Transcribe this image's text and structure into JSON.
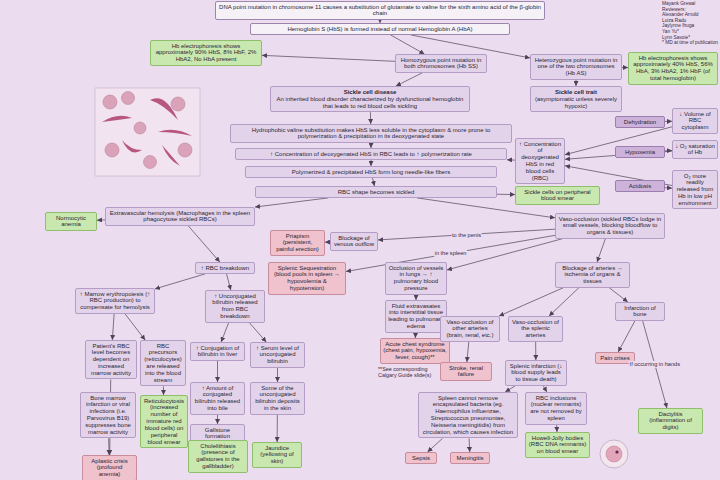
{
  "diagram": {
    "nodes": [
      {
        "text": [
          "DNA point mutation in chromosome 11 causes a substitution of glutamate to valine for the sixth amino acid of the β-globin chain"
        ]
      },
      {
        "text": [
          "Hemoglobin S (HbS) is formed instead of normal Hemoglobin A (HbA)"
        ]
      },
      {
        "text": [
          "Heterozygous point mutation in one of the two chromosomes (Hb AS)"
        ]
      },
      {
        "text": [
          "Sickle cell trait",
          "(asymptomatic unless severely hypoxic)"
        ]
      },
      {
        "text": [
          "Hb electrophoresis shows approximately 40% HbS, 56% HbA, 3% HbA2, 1% HbF (of total hemoglobin)"
        ]
      },
      {
        "text": [
          "Homozygous point mutation in both chromosomes (Hb SS)"
        ]
      },
      {
        "text": [
          "Hb electrophoresis shows approximately 90% HbS, 8% HbF, 2% HbA2, No HbA present"
        ]
      },
      {
        "text": [
          "Sickle cell disease",
          "An inherited blood disorder characterized by dysfunctional hemoglobin that leads to red blood cells sickling"
        ]
      },
      {
        "text": [
          "Hydrophobic valine substitution makes HbS less soluble in the cytoplasm & more prone to polymerization & precipitation in its deoxygenated state"
        ]
      },
      {
        "text": [
          "↑ Concentration of deoxygenated HbS in red blood cells (RBC)"
        ]
      },
      {
        "text": [
          "Dehydration"
        ]
      },
      {
        "text": [
          "↓ Volume of RBC cytoplasm"
        ]
      },
      {
        "text": [
          "Hypoxemia"
        ]
      },
      {
        "text": [
          "↓ O₂ saturation of Hb"
        ]
      },
      {
        "text": [
          "Acidosis"
        ]
      },
      {
        "text": [
          "O₂ more readily released from Hb in low pH environment"
        ]
      },
      {
        "text": [
          "↑ Concentration of deoxygenated HbS in RBC leads to ↑ polymerization rate"
        ]
      },
      {
        "text": [
          "Polymerized & precipitated HbS form long needle-like fibers"
        ]
      },
      {
        "text": [
          "RBC shape becomes sickled"
        ]
      },
      {
        "text": [
          "Sickle cells on peripheral blood smear"
        ]
      },
      {
        "text": [
          "Extravascular hemolysis (Macrophages in the spleen phagocytose sickled RBCs)"
        ]
      },
      {
        "text": [
          "Normocytic anemia"
        ]
      },
      {
        "text": [
          "Vaso-occlusion (sickled RBCs lodge in small vessels, blocking bloodflow to organs & tissues)"
        ]
      },
      {
        "text": [
          "Blockage of venous outflow"
        ]
      },
      {
        "text": [
          "Priapism (persistent, painful erection)"
        ]
      },
      {
        "text": [
          "Occlusion of vessels in lungs → ↑ pulmonary blood pressure"
        ]
      },
      {
        "text": [
          "Splenic Sequestration (blood pools in spleen → hypovolemia & hypotension)"
        ]
      },
      {
        "text": [
          "Blockage of arteries → ischemia of organs & tissues"
        ]
      },
      {
        "text": [
          "Fluid extravasates into interstitial tissue leading to pulmonary edema"
        ]
      },
      {
        "text": [
          "Acute chest syndrome (chest pain, hypoxemia, fever, cough)**"
        ]
      },
      {
        "text": [
          "↑ RBC breakdown"
        ]
      },
      {
        "text": [
          "↑ Marrow erythropoiesis (↑ RBC production) to compensate for hemolysis"
        ]
      },
      {
        "text": [
          "↑ Unconjugated bilirubin released from RBC breakdown"
        ]
      },
      {
        "text": [
          "Patient's RBC level becomes dependent on increased marrow activity"
        ]
      },
      {
        "text": [
          "RBC precursors (reticulocytes) are released into the blood stream"
        ]
      },
      {
        "text": [
          "↑ Conjugation of bilirubin in liver"
        ]
      },
      {
        "text": [
          "↑ Serum level of unconjugated bilirubin"
        ]
      },
      {
        "text": [
          "↑ Amount of conjugated bilirubin released into bile"
        ]
      },
      {
        "text": [
          "Some of the unconjugated bilirubin deposits in the skin"
        ]
      },
      {
        "text": [
          "Gallstone formation"
        ]
      },
      {
        "text": [
          "Cholelithiasis (presence of gallstones in the gallbladder)"
        ]
      },
      {
        "text": [
          "Jaundice (yellowing of skin)"
        ]
      },
      {
        "text": [
          "Reticulocytosis (increased number of immature red blood cells) on peripheral blood smear"
        ]
      },
      {
        "text": [
          "Bone marrow infarction or viral infections (i.e. Parvovirus B19) suppresses bone marrow activity"
        ]
      },
      {
        "text": [
          "Aplastic crisis (profound anemia)"
        ]
      },
      {
        "text": [
          "Infarction of bone"
        ]
      },
      {
        "text": [
          "Vaso-occlusion of other arteries (brain, renal, etc.)"
        ]
      },
      {
        "text": [
          "Vaso-occlusion of the splenic arteries"
        ]
      },
      {
        "text": [
          "Stroke, renal failure"
        ]
      },
      {
        "text": [
          "Splenic infarction (↓ blood supply leads to tissue death)"
        ]
      },
      {
        "text": [
          "Pain crises"
        ]
      },
      {
        "text": [
          "Dactylitis (inflammation of digits)"
        ]
      },
      {
        "text": [
          "Spleen cannot remove encapsulated bacteria (eg. Haemophilus influenzae, Streptococcus pneumoniae, Neisseria meningitidis) from circulation, which causes infection"
        ]
      },
      {
        "text": [
          "RBC inclusions (nuclear remnants) are not removed by spleen"
        ]
      },
      {
        "text": [
          "Howell-Jolly bodies (RBC DNA remnants) on blood smear"
        ]
      },
      {
        "text": [
          "Sepsis"
        ]
      },
      {
        "text": [
          "Meningitis"
        ]
      }
    ],
    "edges": [
      {
        "from": 0,
        "to": 1,
        "arrow": "to"
      },
      {
        "from": 1,
        "to": 2,
        "arrow": "to"
      },
      {
        "from": 1,
        "to": 5,
        "arrow": "to"
      },
      {
        "from": 2,
        "to": 3,
        "arrow": "to"
      },
      {
        "from": 2,
        "to": 4,
        "arrow": "to"
      },
      {
        "from": 5,
        "to": 6,
        "arrow": "to"
      },
      {
        "from": 5,
        "to": 7,
        "arrow": "to"
      },
      {
        "from": 7,
        "to": 8,
        "arrow": "to"
      },
      {
        "from": 8,
        "to": 16,
        "arrow": "to"
      },
      {
        "from": 10,
        "to": 11,
        "arrow": "to"
      },
      {
        "from": 12,
        "to": 13,
        "arrow": "to"
      },
      {
        "from": 14,
        "to": 15,
        "arrow": "to"
      },
      {
        "from": 11,
        "to": 9,
        "arrow": "to"
      },
      {
        "from": 13,
        "to": 9,
        "arrow": "to"
      },
      {
        "from": 15,
        "to": 9,
        "arrow": "to"
      },
      {
        "from": 9,
        "to": 16,
        "arrow": "to"
      },
      {
        "from": 16,
        "to": 17,
        "arrow": "to"
      },
      {
        "from": 17,
        "to": 18,
        "arrow": "to"
      },
      {
        "from": 18,
        "to": 19,
        "arrow": "to"
      },
      {
        "from": 18,
        "to": 20,
        "arrow": "to"
      },
      {
        "from": 18,
        "to": 22,
        "arrow": "to"
      },
      {
        "from": 20,
        "to": 21,
        "arrow": "to"
      },
      {
        "from": 20,
        "to": 30,
        "arrow": "to"
      },
      {
        "from": 22,
        "to": 23,
        "label": "to the penis",
        "arrow": "to"
      },
      {
        "from": 23,
        "to": 24,
        "arrow": "to"
      },
      {
        "from": 22,
        "to": 26,
        "label": "in the spleen",
        "arrow": "to"
      },
      {
        "from": 22,
        "to": 25,
        "arrow": "to"
      },
      {
        "from": 22,
        "to": 27,
        "arrow": "to"
      },
      {
        "from": 25,
        "to": 28,
        "arrow": "to"
      },
      {
        "from": 28,
        "to": 29,
        "arrow": "to"
      },
      {
        "from": 30,
        "to": 31,
        "arrow": "to"
      },
      {
        "from": 30,
        "to": 32,
        "arrow": "to"
      },
      {
        "from": 31,
        "to": 33,
        "arrow": "to"
      },
      {
        "from": 31,
        "to": 34,
        "arrow": "to"
      },
      {
        "from": 34,
        "to": 42,
        "arrow": "to"
      },
      {
        "from": 33,
        "to": 44,
        "arrow": "to"
      },
      {
        "from": 43,
        "to": 44,
        "arrow": "to"
      },
      {
        "from": 32,
        "to": 35,
        "arrow": "to"
      },
      {
        "from": 32,
        "to": 36,
        "arrow": "to"
      },
      {
        "from": 35,
        "to": 37,
        "arrow": "to"
      },
      {
        "from": 37,
        "to": 39,
        "arrow": "to"
      },
      {
        "from": 39,
        "to": 40,
        "arrow": "to"
      },
      {
        "from": 36,
        "to": 38,
        "arrow": "to"
      },
      {
        "from": 38,
        "to": 41,
        "arrow": "to"
      },
      {
        "from": 27,
        "to": 45,
        "arrow": "to"
      },
      {
        "from": 27,
        "to": 46,
        "arrow": "to"
      },
      {
        "from": 27,
        "to": 47,
        "arrow": "to"
      },
      {
        "from": 46,
        "to": 48,
        "arrow": "to"
      },
      {
        "from": 47,
        "to": 49,
        "arrow": "to"
      },
      {
        "from": 45,
        "to": 50,
        "arrow": "to"
      },
      {
        "from": 45,
        "to": 51,
        "label": "If occurring in hands",
        "arrow": "to"
      },
      {
        "from": 49,
        "to": 52,
        "arrow": "to"
      },
      {
        "from": 49,
        "to": 53,
        "arrow": "to"
      },
      {
        "from": 53,
        "to": 54,
        "arrow": "to"
      },
      {
        "from": 52,
        "to": 55,
        "arrow": "to"
      },
      {
        "from": 52,
        "to": 56,
        "arrow": "to"
      }
    ],
    "labels": [
      "Mayank Grewal",
      "Reviewers:",
      "Alexander Arnold",
      "Luiza Radu",
      "Jaylynne Ihuga",
      "Yan Yu*",
      "Lynn Savoie*",
      "* MD at time of publication",
      "**See corresponding Calgary Guide slide(s)"
    ]
  }
}
